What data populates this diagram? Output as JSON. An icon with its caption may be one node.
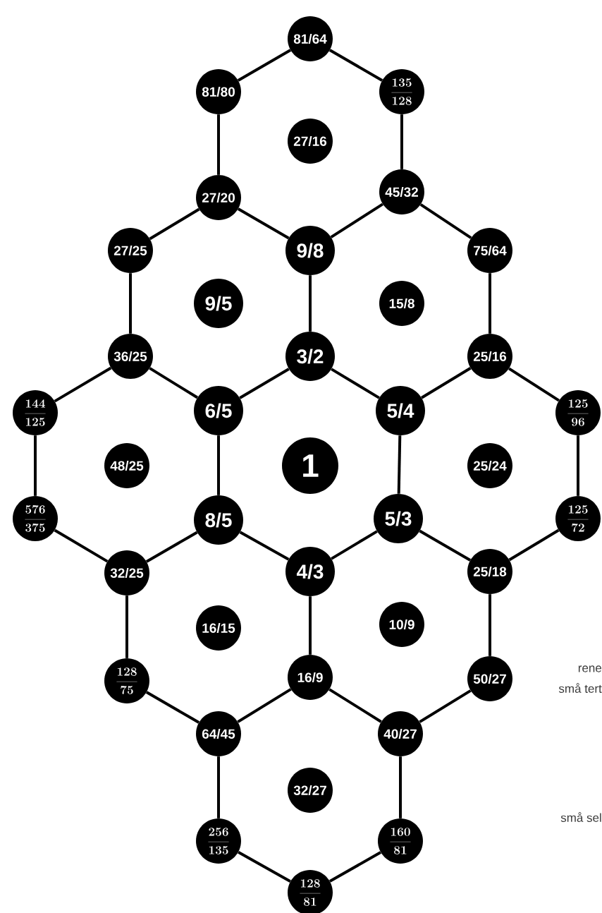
{
  "diagram": {
    "nodes": [
      {
        "text": [
          "81/64"
        ]
      },
      {
        "text": [
          "81/80"
        ]
      },
      {
        "text": [
          "\\frac{135}{128}"
        ]
      },
      {
        "text": [
          "27/16"
        ]
      },
      {
        "text": [
          "27/20"
        ]
      },
      {
        "text": [
          "45/32"
        ]
      },
      {
        "text": [
          "27/25"
        ]
      },
      {
        "text": [
          "9/8"
        ]
      },
      {
        "text": [
          "75/64"
        ]
      },
      {
        "text": [
          "9/5"
        ]
      },
      {
        "text": [
          "15/8"
        ]
      },
      {
        "text": [
          "36/25"
        ]
      },
      {
        "text": [
          "3/2"
        ]
      },
      {
        "text": [
          "25/16"
        ]
      },
      {
        "text": [
          "\\frac{144}{125}"
        ]
      },
      {
        "text": [
          "6/5"
        ]
      },
      {
        "text": [
          "5/4"
        ]
      },
      {
        "text": [
          "\\frac{125}{96}"
        ]
      },
      {
        "text": [
          "48/25"
        ]
      },
      {
        "text": [
          "1"
        ]
      },
      {
        "text": [
          "25/24"
        ]
      },
      {
        "text": [
          "\\frac{576}{375}"
        ]
      },
      {
        "text": [
          "8/5"
        ]
      },
      {
        "text": [
          "5/3"
        ]
      },
      {
        "text": [
          "\\frac{125}{72}"
        ]
      },
      {
        "text": [
          "32/25"
        ]
      },
      {
        "text": [
          "4/3"
        ]
      },
      {
        "text": [
          "25/18"
        ]
      },
      {
        "text": [
          "16/15"
        ]
      },
      {
        "text": [
          "10/9"
        ]
      },
      {
        "text": [
          "\\frac{128}{75}"
        ]
      },
      {
        "text": [
          "16/9"
        ]
      },
      {
        "text": [
          "50/27"
        ]
      },
      {
        "text": [
          "64/45"
        ]
      },
      {
        "text": [
          "40/27"
        ]
      },
      {
        "text": [
          "32/27"
        ]
      },
      {
        "text": [
          "\\frac{256}{135}"
        ]
      },
      {
        "text": [
          "\\frac{160}{81}"
        ]
      },
      {
        "text": [
          "\\frac{128}{81}"
        ]
      }
    ],
    "edges": [
      {
        "from": 0,
        "to": 1,
        "arrow": "none"
      },
      {
        "from": 0,
        "to": 2,
        "arrow": "none"
      },
      {
        "from": 1,
        "to": 4,
        "arrow": "none"
      },
      {
        "from": 2,
        "to": 5,
        "arrow": "none"
      },
      {
        "from": 4,
        "to": 7,
        "arrow": "none"
      },
      {
        "from": 5,
        "to": 7,
        "arrow": "none"
      },
      {
        "from": 4,
        "to": 6,
        "arrow": "none"
      },
      {
        "from": 5,
        "to": 8,
        "arrow": "none"
      },
      {
        "from": 6,
        "to": 11,
        "arrow": "none"
      },
      {
        "from": 7,
        "to": 12,
        "arrow": "none"
      },
      {
        "from": 8,
        "to": 13,
        "arrow": "none"
      },
      {
        "from": 11,
        "to": 15,
        "arrow": "none"
      },
      {
        "from": 12,
        "to": 15,
        "arrow": "none"
      },
      {
        "from": 12,
        "to": 16,
        "arrow": "none"
      },
      {
        "from": 13,
        "to": 16,
        "arrow": "none"
      },
      {
        "from": 13,
        "to": 17,
        "arrow": "none"
      },
      {
        "from": 11,
        "to": 14,
        "arrow": "none"
      },
      {
        "from": 14,
        "to": 21,
        "arrow": "none"
      },
      {
        "from": 15,
        "to": 22,
        "arrow": "none"
      },
      {
        "from": 16,
        "to": 23,
        "arrow": "none"
      },
      {
        "from": 17,
        "to": 24,
        "arrow": "none"
      },
      {
        "from": 21,
        "to": 25,
        "arrow": "none"
      },
      {
        "from": 22,
        "to": 25,
        "arrow": "none"
      },
      {
        "from": 22,
        "to": 26,
        "arrow": "none"
      },
      {
        "from": 23,
        "to": 26,
        "arrow": "none"
      },
      {
        "from": 23,
        "to": 27,
        "arrow": "none"
      },
      {
        "from": 24,
        "to": 27,
        "arrow": "none"
      },
      {
        "from": 25,
        "to": 30,
        "arrow": "none"
      },
      {
        "from": 26,
        "to": 31,
        "arrow": "none"
      },
      {
        "from": 27,
        "to": 32,
        "arrow": "none"
      },
      {
        "from": 30,
        "to": 33,
        "arrow": "none"
      },
      {
        "from": 31,
        "to": 33,
        "arrow": "none"
      },
      {
        "from": 31,
        "to": 34,
        "arrow": "none"
      },
      {
        "from": 32,
        "to": 34,
        "arrow": "none"
      },
      {
        "from": 33,
        "to": 36,
        "arrow": "none"
      },
      {
        "from": 34,
        "to": 37,
        "arrow": "none"
      },
      {
        "from": 36,
        "to": 38,
        "arrow": "none"
      },
      {
        "from": 37,
        "to": 38,
        "arrow": "none"
      }
    ],
    "labels": [
      "rene",
      "små tert",
      "små sel"
    ]
  }
}
